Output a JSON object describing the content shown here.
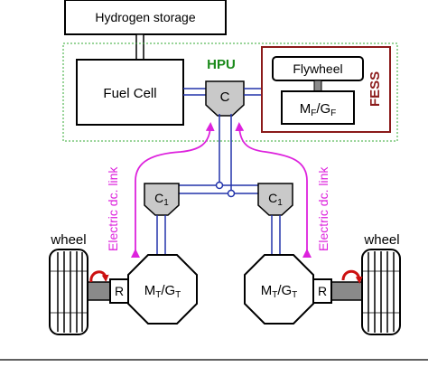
{
  "labels": {
    "hydrogen_storage": "Hydrogen storage",
    "hpu": "HPU",
    "fuel_cell": "Fuel Cell",
    "flywheel": "Flywheel",
    "fess": "FESS",
    "converter": "C",
    "converter_c1": "C",
    "converter_c1_sub": "1",
    "mf": "M",
    "mf_sub": "F",
    "mf_slash": "/G",
    "mf_sub2": "F",
    "mt": "M",
    "mt_sub": "T",
    "mt_slash": "/G",
    "mt_sub2": "T",
    "reducer": "R",
    "wheel_left": "wheel",
    "wheel_right": "wheel",
    "dc_link_left": "Electric dc. link",
    "dc_link_right": "Electric dc. link"
  },
  "colors": {
    "hpu_label": "#1a8a1a",
    "hpu_border": "#33aa33",
    "fess_label": "#8b1a1a",
    "fess_border": "#8b1a1a",
    "bus": "#2233aa",
    "dc_link": "#dd22dd",
    "arrow_wheel": "#cc1111",
    "converter_fill": "#c9c9c9",
    "shaft": "#8a8a8a"
  }
}
